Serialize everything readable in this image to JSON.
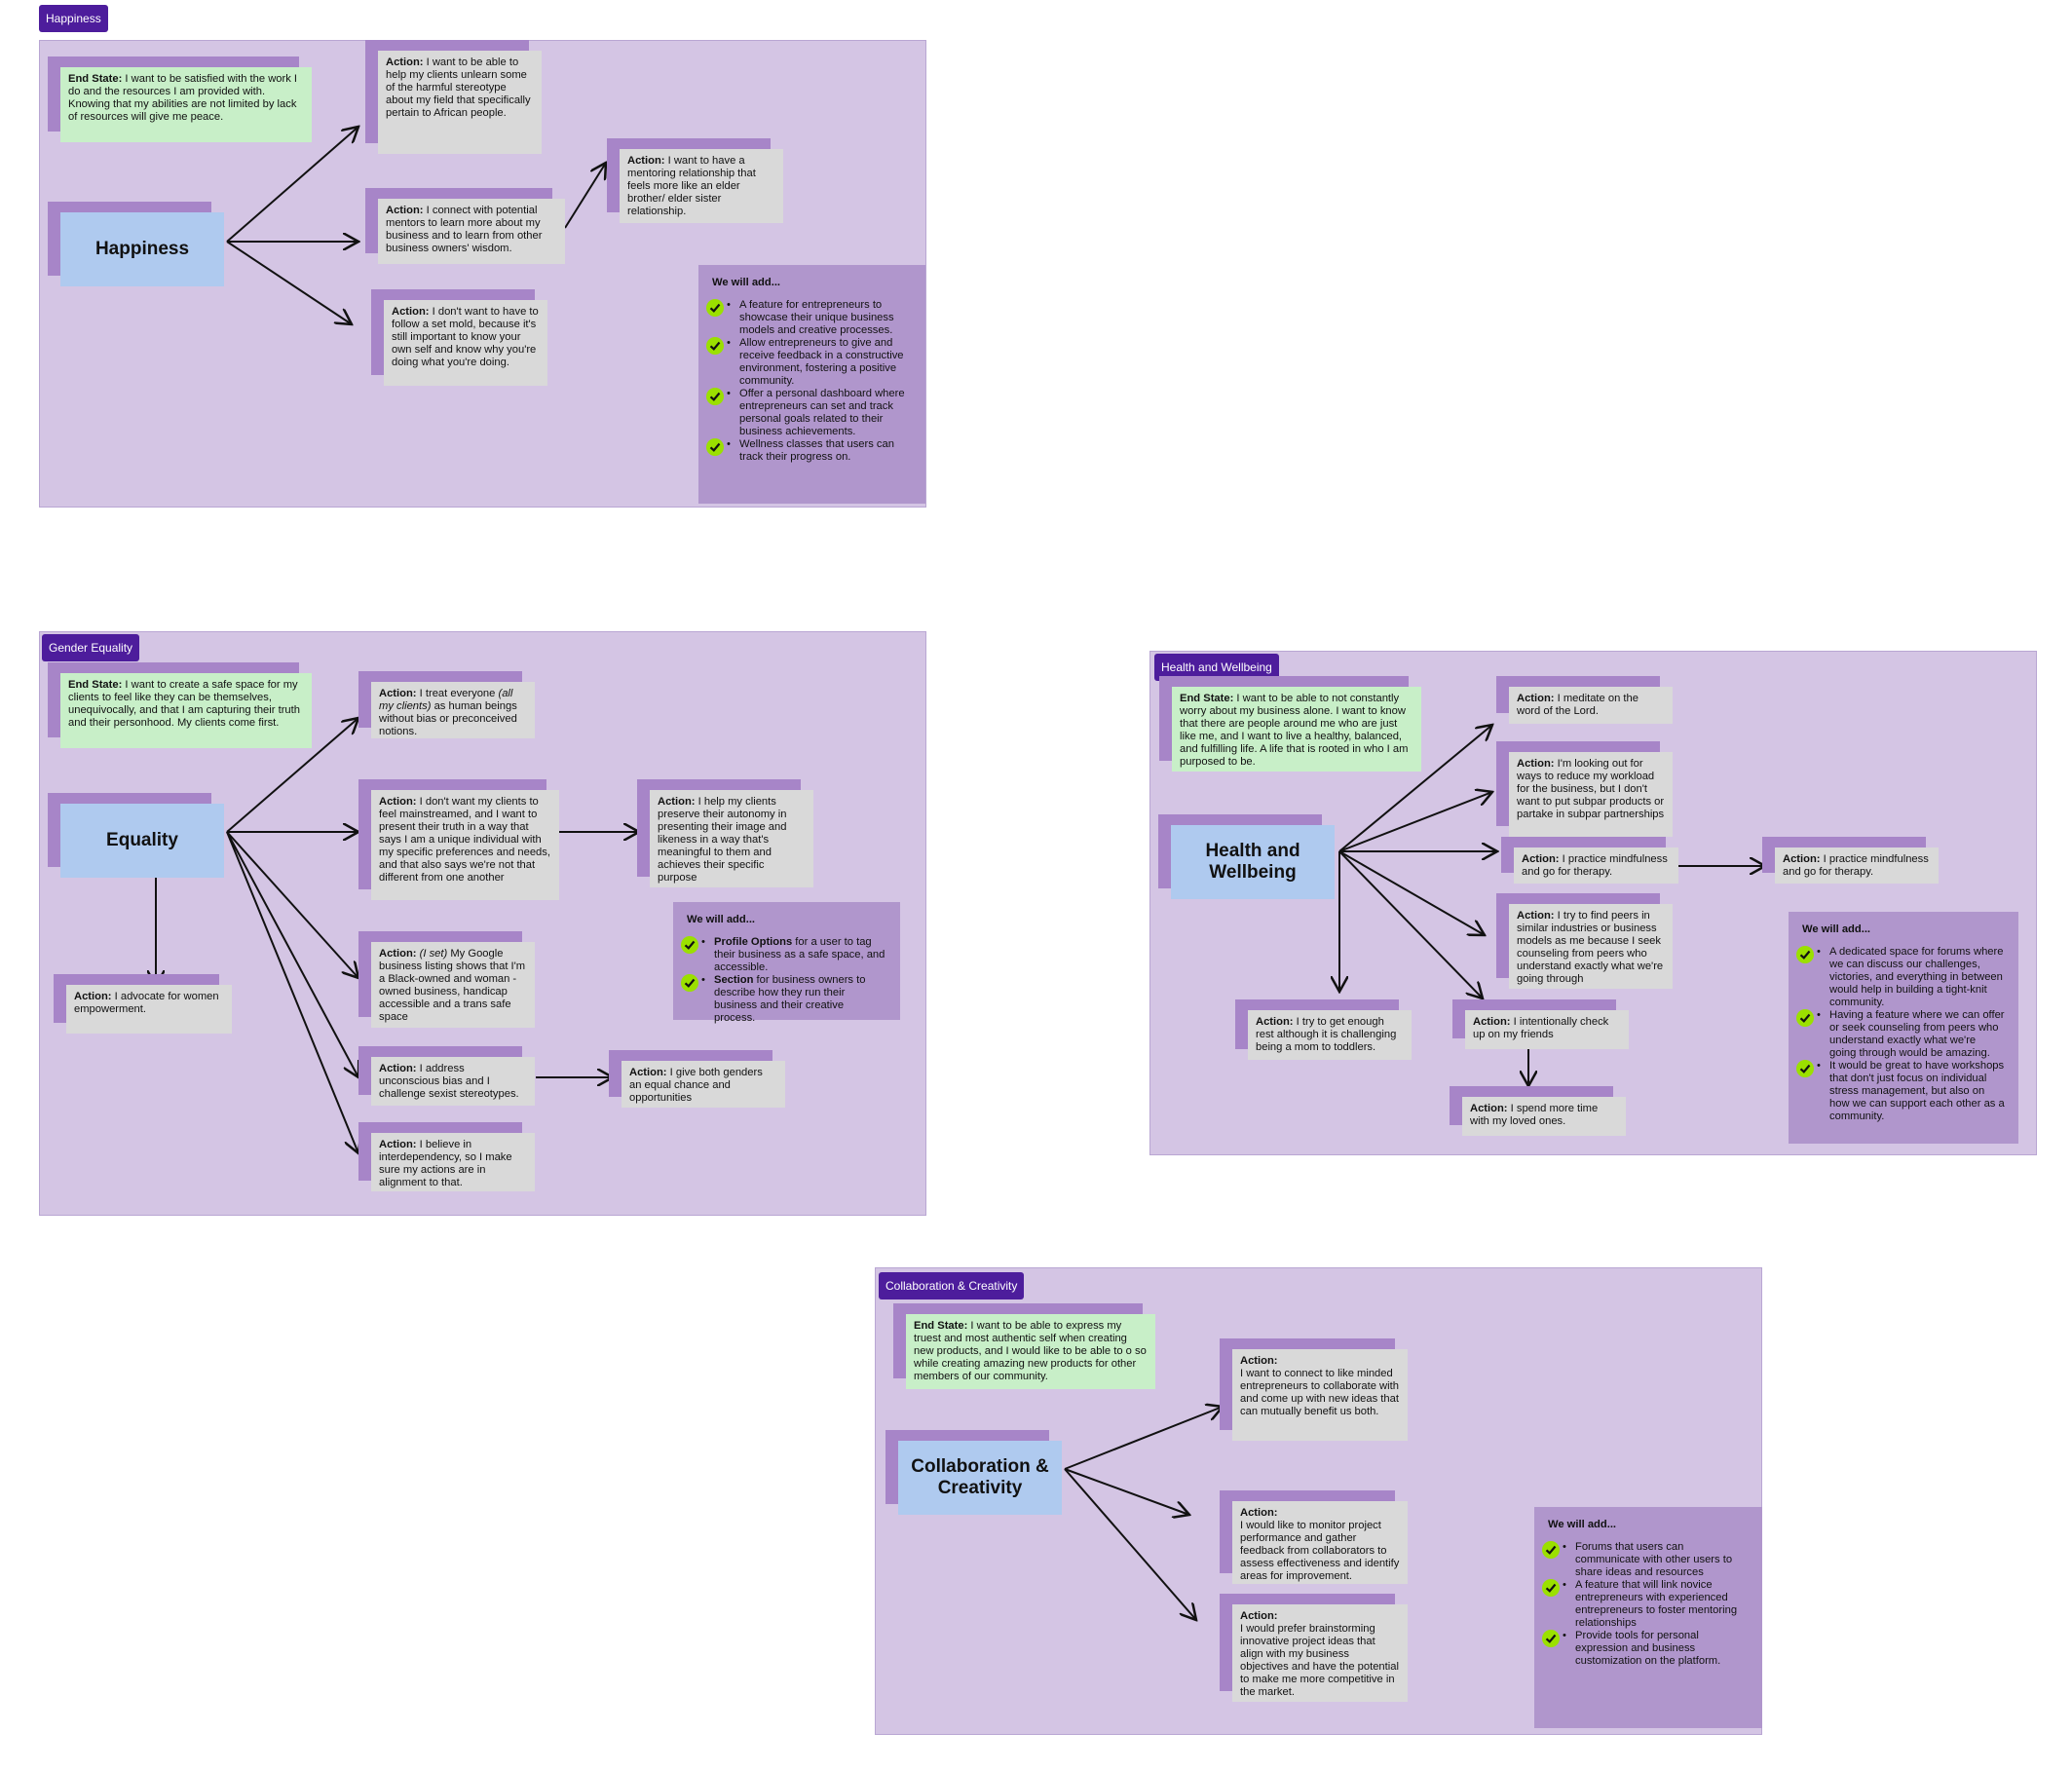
{
  "sections": {
    "happiness": {
      "tag": "Happiness",
      "main": "Happiness",
      "end_state": {
        "label": "End State:",
        "text": " I want to be satisfied with the work I do and the resources I am provided with. Knowing that my abilities are not limited by lack of resources will give me peace."
      },
      "actions": [
        {
          "label": "Action:",
          "text": " I want to be able to help my clients unlearn some of the harmful stereotype about my field that specifically pertain to African people."
        },
        {
          "label": "Action:",
          "text": "  I connect with potential mentors to learn more about my business and to learn from other business owners' wisdom."
        },
        {
          "label": "Action:",
          "text": " I don't want to have to follow a set mold, because it's still important to know your own self and know why you're doing what you're doing."
        },
        {
          "label": "Action:",
          "text": " I want to have a mentoring relationship that feels more like an elder brother/ elder sister relationship."
        }
      ],
      "will_add": {
        "title": "We will add...",
        "items": [
          "A feature for entrepreneurs to showcase their unique business models and creative processes.",
          "Allow entrepreneurs to give and receive feedback in a constructive environment, fostering a positive community.",
          "Offer a personal dashboard where entrepreneurs can set and track personal goals related to their business achievements.",
          "Wellness classes that users can track their progress on."
        ]
      }
    },
    "gender": {
      "tag": "Gender Equality",
      "main": "Equality",
      "end_state": {
        "label": "End State:",
        "text": " I want to create a safe space for my clients to feel like they can be themselves, unequivocally, and that I am capturing their truth and their personhood. My clients come first."
      },
      "actions": [
        {
          "label": "Action:",
          "pre": " I treat everyone ",
          "em": "(all my clients)",
          "post": " as human beings without bias or preconceived notions."
        },
        {
          "label": "Action:",
          "text": " I don't want my clients to feel mainstreamed, and I want to present their truth in a way that says I am a unique individual with my specific preferences and needs, and that also says we're not that different from one another"
        },
        {
          "label": "Action:",
          "em": " (I set)",
          "post": " My Google business listing shows that I'm a Black-owned and woman - owned business, handicap accessible and a trans safe space"
        },
        {
          "label": "Action:",
          "text": " I address unconscious bias and I challenge sexist stereotypes."
        },
        {
          "label": "Action:",
          "text": " I believe in interdependency, so I  make sure my actions are  in alignment to that."
        },
        {
          "label": "Action:",
          "text": " I help my clients preserve their autonomy in presenting their image and likeness in a way that's meaningful to them and achieves their specific purpose"
        },
        {
          "label": "Action:",
          "text": " I give both genders an equal chance and opportunities"
        },
        {
          "label": "Action:",
          "text": " I advocate for women empowerment."
        }
      ],
      "will_add": {
        "title": "We will add...",
        "items": [
          {
            "bold": "Profile Options",
            "text": " for a user to tag their business as a safe space, and accessible."
          },
          {
            "bold": "Section",
            "text": " for business owners to describe how they run their business and their creative process."
          }
        ]
      }
    },
    "health": {
      "tag": "Health and Wellbeing",
      "main": "Health and Wellbeing",
      "end_state": {
        "label": "End State:",
        "text": " I want to be able to not constantly worry about my business alone. I want to know that there are people around me who are just like me, and I want to  live a healthy, balanced, and fulfilling life. A life that is rooted in who I am purposed to be."
      },
      "actions": [
        {
          "label": "Action:",
          "text": " I meditate on the word of  the Lord."
        },
        {
          "label": "Action:",
          "text": " I'm looking out for ways to reduce my workload for the business, but I don't want to put subpar products or partake in subpar partnerships"
        },
        {
          "label": "Action:",
          "text": " I practice mindfulness and go for therapy."
        },
        {
          "label": "Action:",
          "text": " I practice mindfulness and go for therapy."
        },
        {
          "label": "Action:",
          "text": " I try to find peers in similar industries or business models as me because I seek counseling from peers who understand exactly what we're going through"
        },
        {
          "label": "Action:",
          "text": " I intentionally check up on my friends"
        },
        {
          "label": "Action:",
          "text": " I spend more time with my loved ones."
        },
        {
          "label": "Action:",
          "text": " I try to get enough rest although it is challenging being a mom to toddlers."
        }
      ],
      "will_add": {
        "title": "We will add...",
        "items": [
          "A dedicated space for forums where we can discuss our challenges, victories, and everything in between would help in building a tight-knit community.",
          "Having a feature where we can offer or seek counseling from peers who understand exactly what we're going through would be amazing.",
          "It would be great to have workshops that don't just focus on individual stress management, but also on how we can support each other as a community."
        ]
      }
    },
    "collab": {
      "tag": "Collaboration & Creativity",
      "main": "Collaboration & Creativity",
      "end_state": {
        "label": "End State:",
        "text": " I want to be able to express my truest and most authentic self when creating new products, and I would like to be able to o so while creating amazing new products for other members of our community."
      },
      "actions": [
        {
          "label": "Action:",
          "text": "I want to connect to like minded entrepreneurs to collaborate with and come up with new ideas that can mutually benefit us both."
        },
        {
          "label": "Action:",
          "text": "I would like to monitor project performance and gather feedback from collaborators to assess effectiveness and identify areas for improvement."
        },
        {
          "label": "Action:",
          "text": "I would prefer brainstorming innovative project ideas that align with my business objectives and have the potential to make me more competitive in the market."
        }
      ],
      "will_add": {
        "title": "We will add...",
        "items": [
          "Forums that users can communicate with other users to share ideas and resources",
          "A feature that will link novice entrepreneurs with experienced entrepreneurs to foster mentoring relationships",
          "Provide tools for personal expression and business customization on the platform."
        ]
      }
    }
  },
  "colors": {
    "frame": "#d4c5e4",
    "tag": "#4d1d9c",
    "action_card": "#d9d9d9",
    "end_state_card": "#c8efc8",
    "main_card": "#afcaef",
    "will_add_box": "#b096cc",
    "check": "#9be000"
  },
  "icons": {
    "check": "checkmark-circle-icon"
  }
}
